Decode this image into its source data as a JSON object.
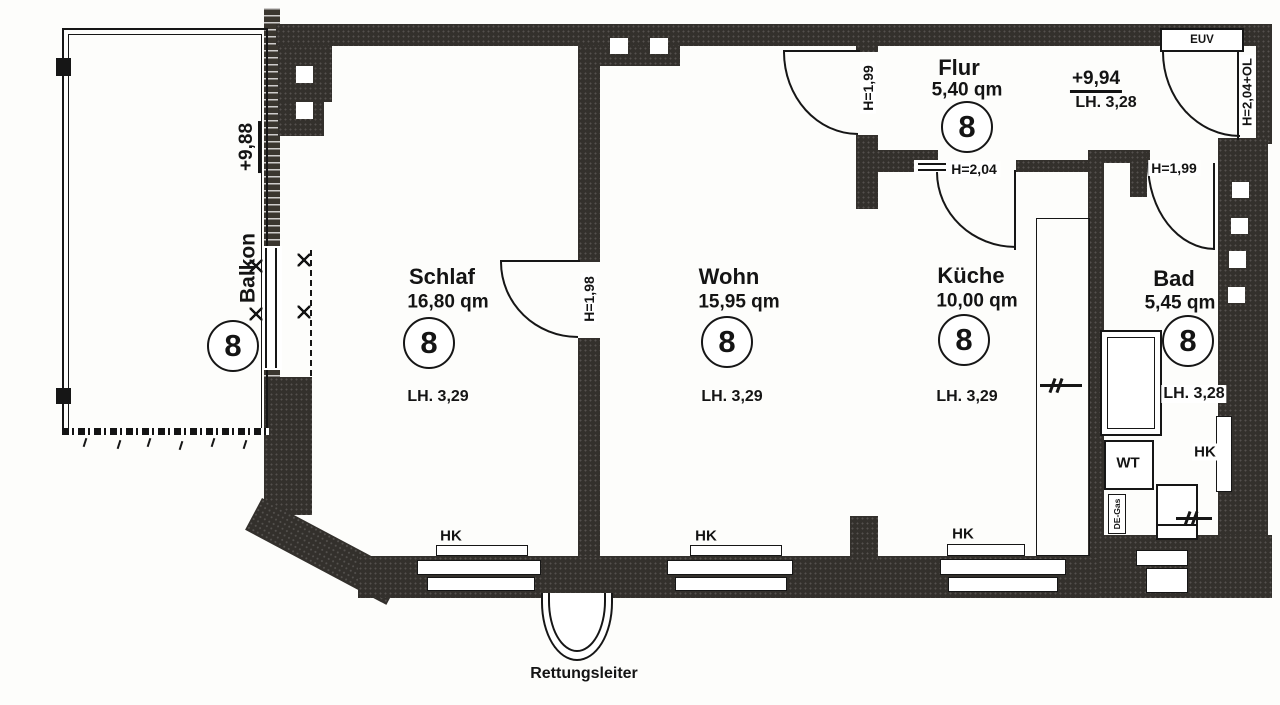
{
  "drawing": {
    "rooms": {
      "balkon": {
        "name": "Balkon",
        "unit": "8",
        "level": "+9,88"
      },
      "schlaf": {
        "name": "Schlaf",
        "area": "16,80 qm",
        "unit": "8",
        "clear_height": "LH. 3,29"
      },
      "wohn": {
        "name": "Wohn",
        "area": "15,95 qm",
        "unit": "8",
        "clear_height": "LH. 3,29"
      },
      "kueche": {
        "name": "Küche",
        "area": "10,00 qm",
        "unit": "8",
        "clear_height": "LH. 3,29"
      },
      "bad": {
        "name": "Bad",
        "area": "5,45 qm",
        "unit": "8",
        "clear_height": "LH. 3,28"
      },
      "flur": {
        "name": "Flur",
        "area": "5,40 qm",
        "unit": "8",
        "level": "+9,94",
        "clear_height": "LH. 3,28"
      }
    },
    "door_heights": {
      "schlaf_door": "H=1,98",
      "wohn_door": "H=1,99",
      "kueche_door": "H=2,04",
      "bad_door": "H=1,99",
      "entry_door": "H=2,04+OL"
    },
    "fixtures": {
      "radiator": "HK",
      "washbasin": "WT",
      "water_heater": "DE-Gas",
      "distribution_box": "EUV",
      "rescue_ladder": "Rettungsleiter"
    },
    "colors": {
      "wall": "#33302c",
      "line": "#161616",
      "paper": "#fdfdfb"
    }
  }
}
